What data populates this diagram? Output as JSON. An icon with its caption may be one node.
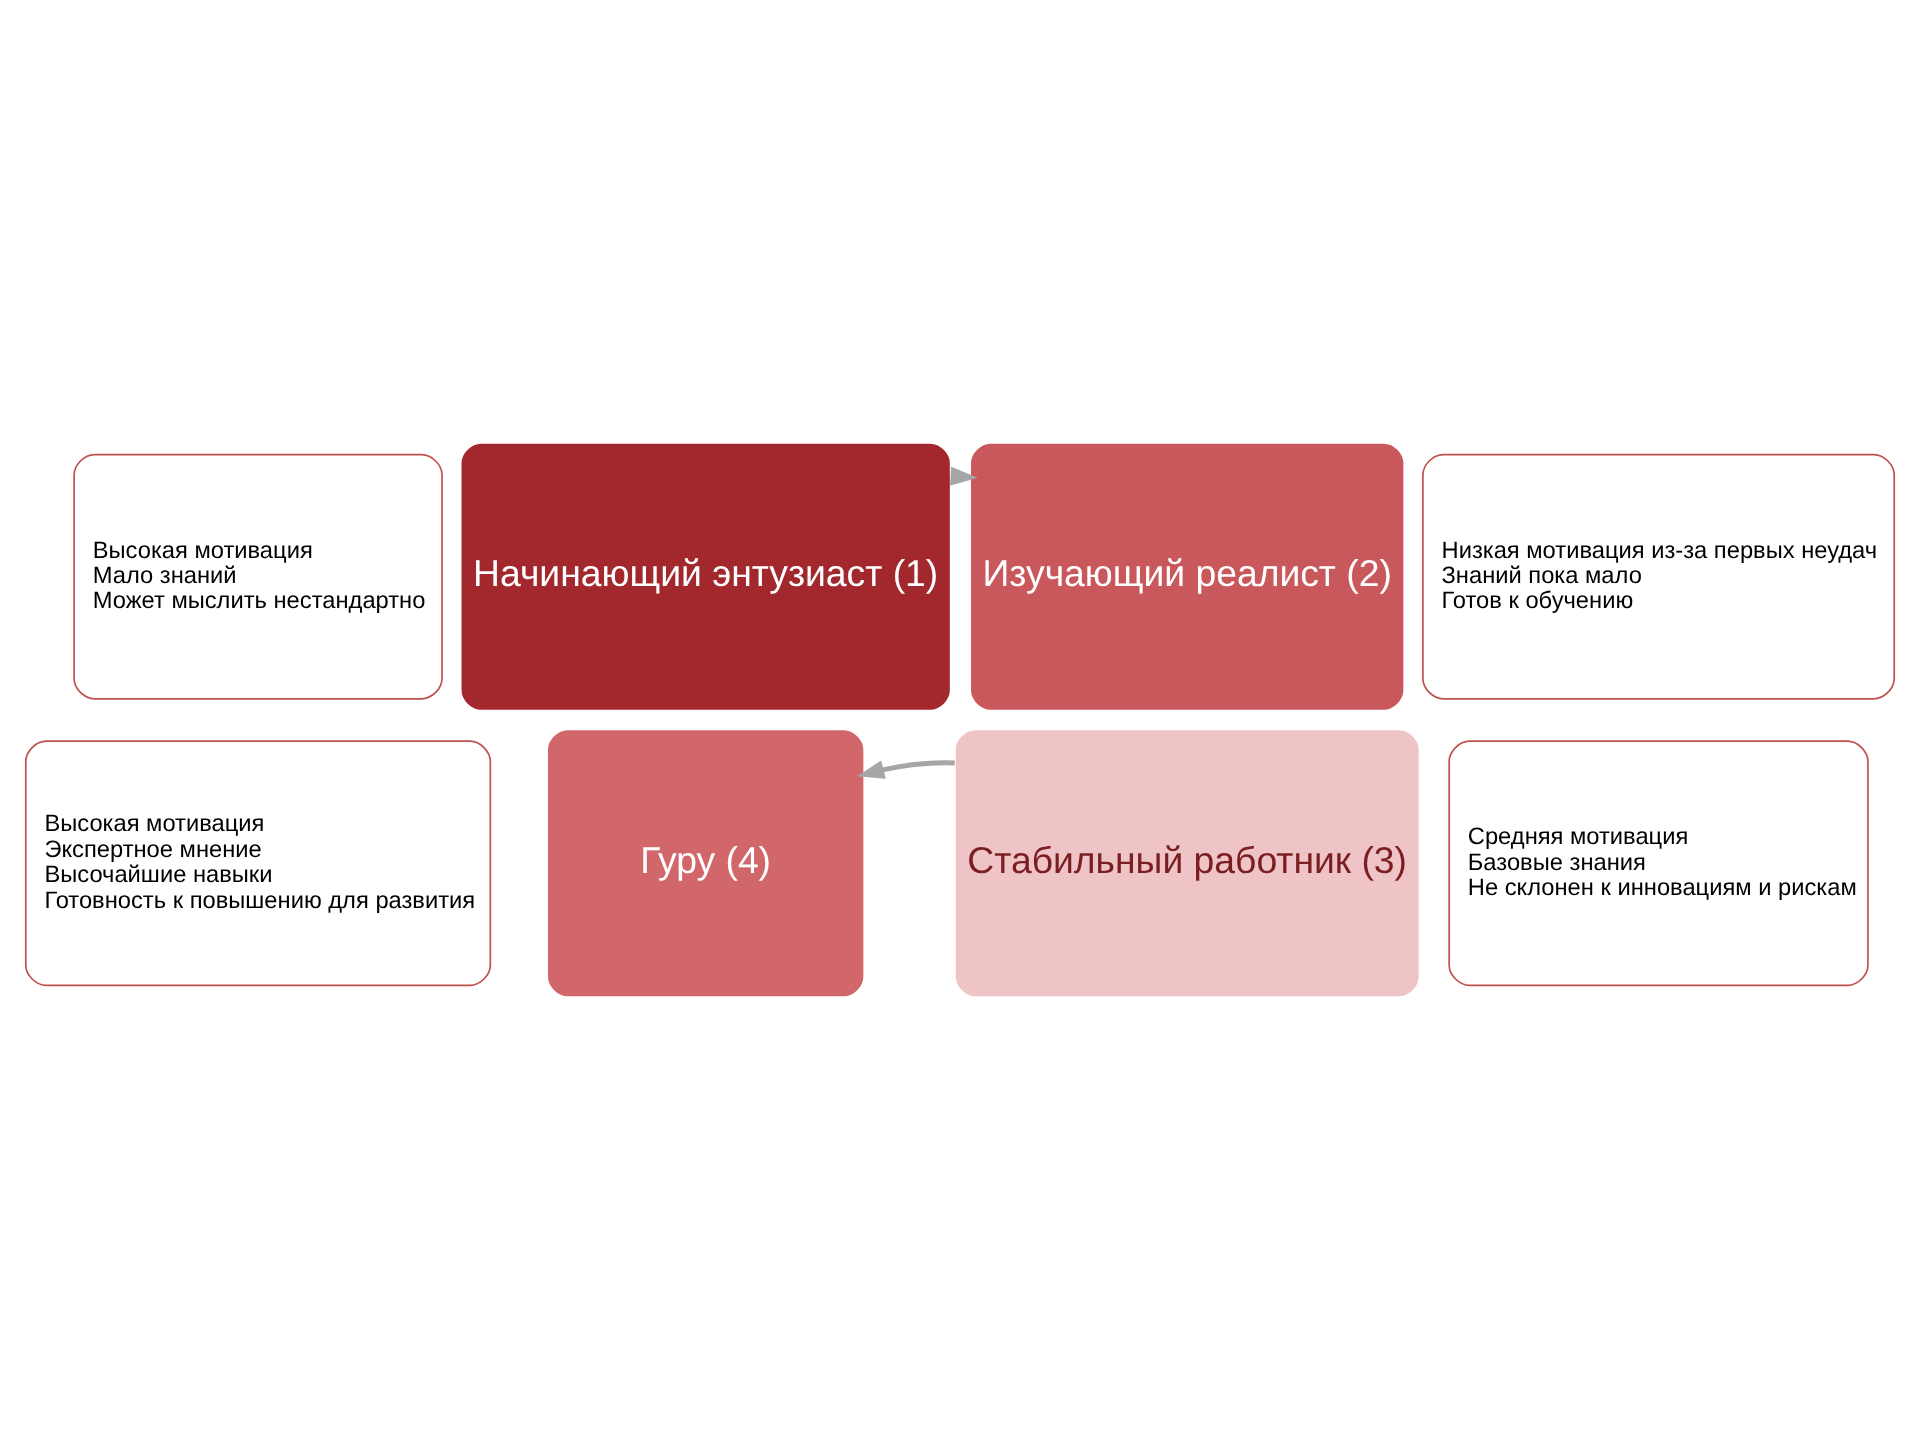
{
  "diagram": {
    "nodes": [
      {
        "text": [
          "Начинающий энтузиаст (1)"
        ]
      },
      {
        "text": [
          "Изучающий реалист (2)"
        ]
      },
      {
        "text": [
          "Стабильный работник (3)"
        ]
      },
      {
        "text": [
          "Гуру (4)"
        ]
      },
      {
        "text": [
          "Высокая мотивация",
          "Мало знаний",
          "Может мыслить нестандартно"
        ]
      },
      {
        "text": [
          "Низкая мотивация из-за первых неудач",
          "Знаний пока мало",
          "Готов к обучению"
        ]
      },
      {
        "text": [
          "Средняя мотивация",
          "Базовые знания",
          "Не склонен к инновациям и рискам"
        ]
      },
      {
        "text": [
          "Высокая мотивация",
          "Экспертное мнение",
          "Высочайшие навыки",
          "Готовность к повышению для развития"
        ]
      }
    ],
    "edges": [
      {
        "from": 0,
        "to": 1,
        "arrow": "to"
      },
      {
        "from": 2,
        "to": 3,
        "arrow": "to"
      }
    ]
  }
}
